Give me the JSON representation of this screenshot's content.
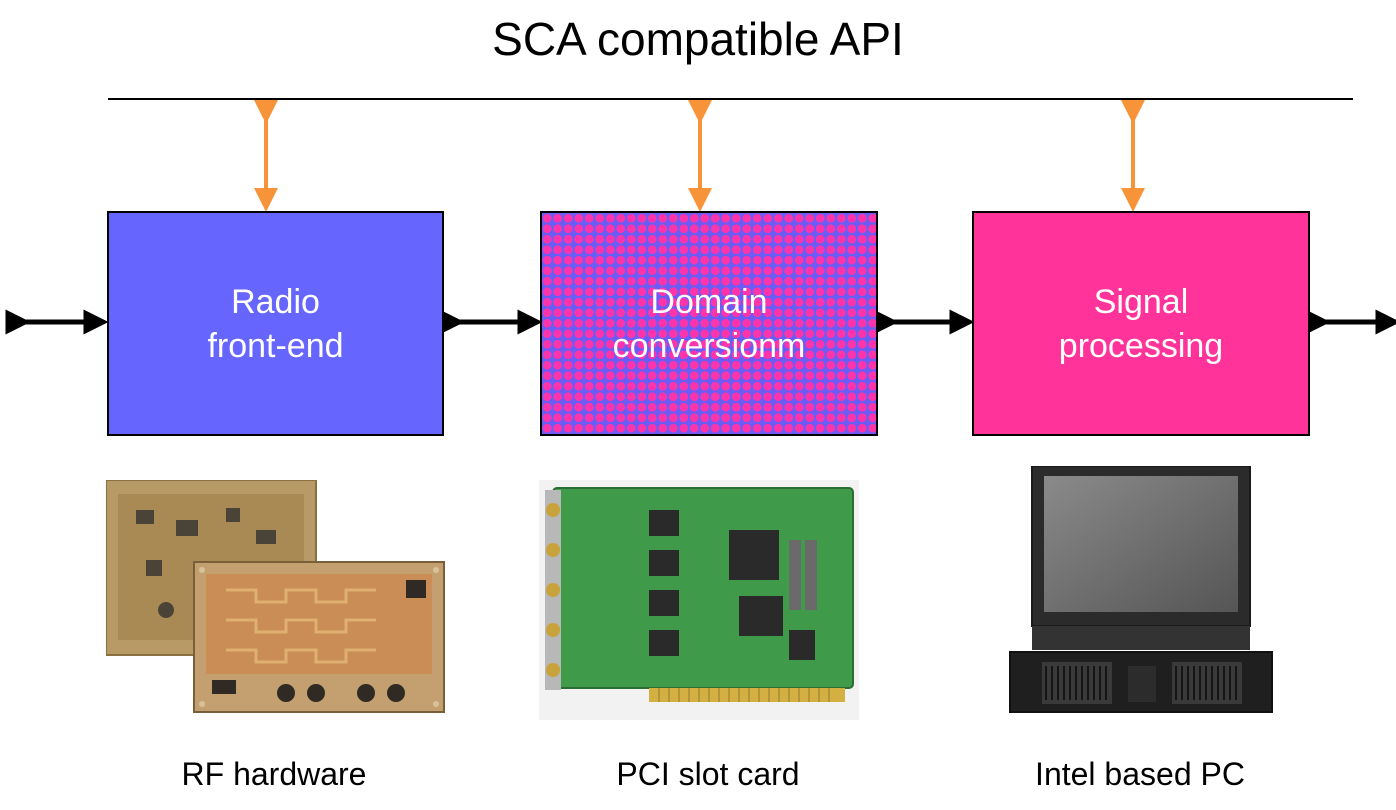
{
  "title": "SCA compatible API",
  "blocks": [
    {
      "line1": "Radio",
      "line2": "front-end",
      "color": "#6666ff"
    },
    {
      "line1": "Domain",
      "line2": "conversionm",
      "color": "#6a5cf5",
      "pattern_color": "#ff33aa"
    },
    {
      "line1": "Signal",
      "line2": "processing",
      "color": "#ff3399"
    }
  ],
  "captions": [
    "RF hardware",
    "PCI slot card",
    "Intel based PC"
  ],
  "colors": {
    "api_arrow": "#f7943a",
    "flow_arrow": "#000000"
  },
  "images": [
    "rf-hardware-photo",
    "pci-card-photo",
    "pc-monitor-photo"
  ]
}
